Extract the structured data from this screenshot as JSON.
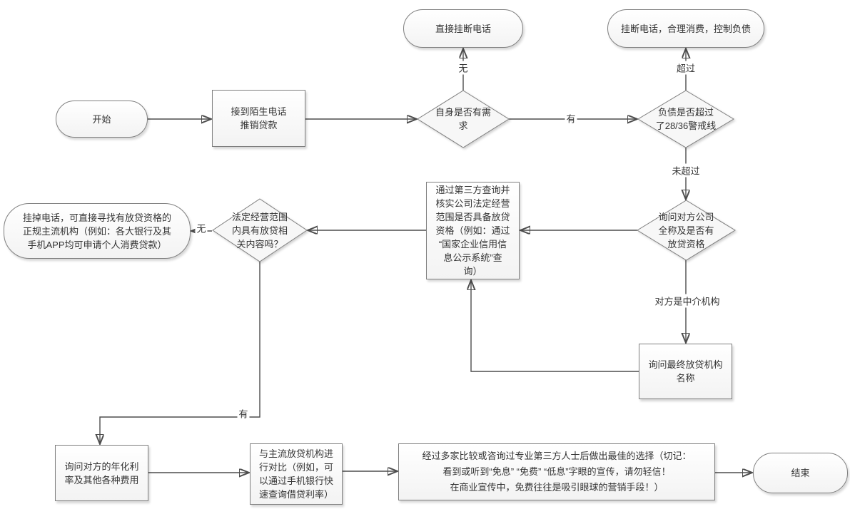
{
  "diagram": {
    "type": "flowchart",
    "language": "zh-CN",
    "topic": "应对陌生电话推销贷款的决策流程"
  },
  "colors": {
    "background": "#ffffff",
    "node_fill_top": "#ffffff",
    "node_fill_bottom": "#f3f3f3",
    "node_border": "#7f7f7f",
    "connector": "#4d4d4d",
    "text": "#333333"
  },
  "nodes": {
    "start": {
      "shape": "stadium",
      "label": "开始"
    },
    "receive_call": {
      "shape": "rect",
      "label": "接到陌生电话\n推销贷款"
    },
    "need": {
      "shape": "diamond",
      "label": "自身是否有需\n求"
    },
    "hangup_direct": {
      "shape": "stadium",
      "label": "直接挂断电话"
    },
    "hangup_control": {
      "shape": "stadium",
      "label": "挂断电话，合理消费，控制负债"
    },
    "debt": {
      "shape": "diamond",
      "label": "负债是否超过\n了28/36警戒线"
    },
    "ask_company": {
      "shape": "diamond",
      "label": "询问对方公司\n全称及是否有\n放贷资格"
    },
    "verify": {
      "shape": "rect",
      "label": "通过第三方查询并\n核实公司法定经营\n范围是否具备放贷\n资格（例如：通过\n“国家企业信用信\n息公示系统”查\n询）"
    },
    "scope": {
      "shape": "diamond",
      "label": "法定经营范围\n内具有放贷相\n关内容吗？"
    },
    "hangup_find": {
      "shape": "stadium",
      "label": "挂掉电话，可直接寻找有放贷资格的\n正规主流机构（例如：各大银行及其\n手机APP均可申请个人消费贷款）"
    },
    "ask_final": {
      "shape": "rect",
      "label": "询问最终放贷机构\n名称"
    },
    "ask_rate": {
      "shape": "rect",
      "label": "询问对方的年化利\n率及其他各种费用"
    },
    "compare": {
      "shape": "rect",
      "label": "与主流放贷机构进\n行对比（例如，可\n以通过手机银行快\n速查询借贷利率）"
    },
    "choice": {
      "shape": "rect",
      "label": "经过多家比较或咨询过专业第三方人士后做出最佳的选择（切记：\n看到或听到“免息” “免费” “低息”字眼的宣传，请勿轻信！\n在商业宣传中，免费往往是吸引眼球的营销手段！）"
    },
    "end": {
      "shape": "stadium",
      "label": "结束"
    }
  },
  "edge_labels": {
    "need_no": "无",
    "need_yes": "有",
    "debt_exceeded": "超过",
    "debt_not_exceeded": "未超过",
    "company_intermediary": "对方是中介机构",
    "scope_no": "无",
    "scope_yes": "有"
  }
}
